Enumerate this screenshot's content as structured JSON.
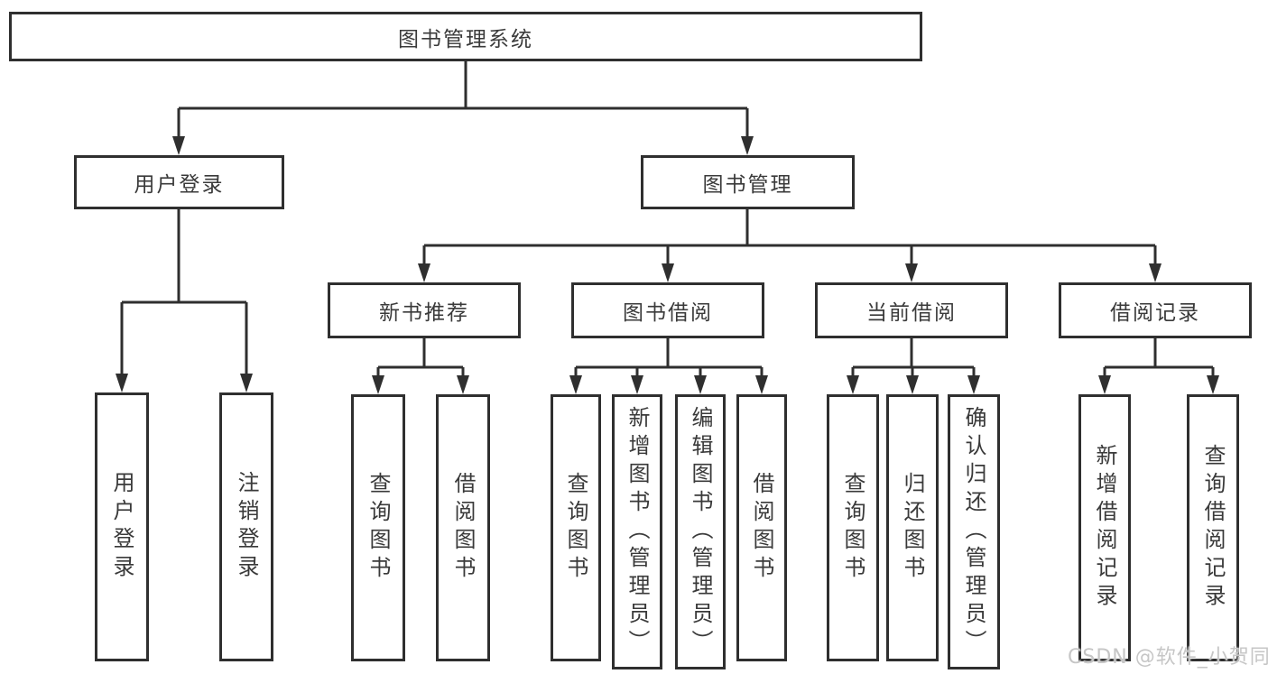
{
  "diagram": {
    "title": "Library management system function tree",
    "root": {
      "label": "图书管理系统"
    },
    "level2": [
      {
        "label": "用户登录"
      },
      {
        "label": "图书管理"
      }
    ],
    "level3": [
      {
        "label": "新书推荐"
      },
      {
        "label": "图书借阅"
      },
      {
        "label": "当前借阅"
      },
      {
        "label": "借阅记录"
      }
    ],
    "leaves": {
      "user_login": [
        "用户登录",
        "注销登录"
      ],
      "new_books": [
        "查询图书",
        "借阅图书"
      ],
      "book_borrow": [
        "查询图书",
        "新增图书（管理员）",
        "编辑图书（管理员）",
        "借阅图书"
      ],
      "current_borrow": [
        "查询图书",
        "归还图书",
        "确认归还（管理员）"
      ],
      "borrow_records": [
        "新增借阅记录",
        "查询借阅记录"
      ]
    }
  },
  "watermark": "CSDN @软件_小贺同学",
  "colors": {
    "line": "#2f2f2f",
    "text": "#3a3a3a",
    "background": "#ffffff",
    "watermark": "#c6c6c6"
  }
}
